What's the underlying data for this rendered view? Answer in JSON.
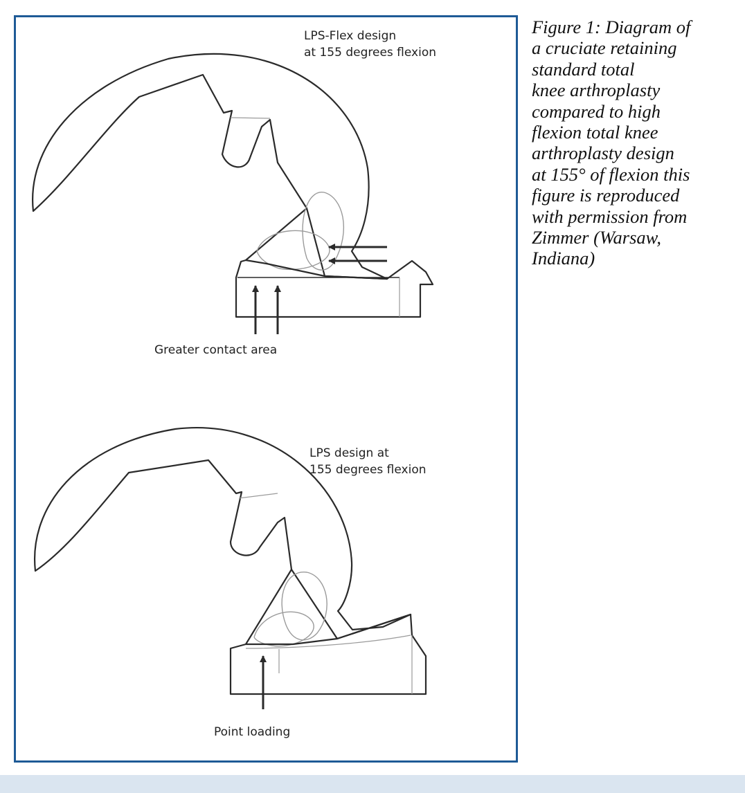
{
  "figure": {
    "top_diagram": {
      "label_lines": [
        "LPS-Flex design",
        "at 155 degrees flexion"
      ],
      "annotation": "Greater contact area"
    },
    "bottom_diagram": {
      "label_lines": [
        "LPS design at",
        "155 degrees flexion"
      ],
      "annotation": "Point loading"
    }
  },
  "caption": {
    "lines": [
      "Figure 1:  Diagram of",
      "a cruciate retaining",
      "standard total",
      "knee arthroplasty",
      "compared to high",
      "flexion total knee",
      "arthroplasty design",
      "at 155° of flexion this",
      "figure is reproduced",
      "with permission from",
      "Zimmer (Warsaw,",
      "Indiana)"
    ]
  },
  "colors": {
    "frame_border": "#1e5a96",
    "bottom_band": "#dae5f0",
    "line_dark": "#2a2a2a",
    "line_light": "#9a9a9a"
  }
}
